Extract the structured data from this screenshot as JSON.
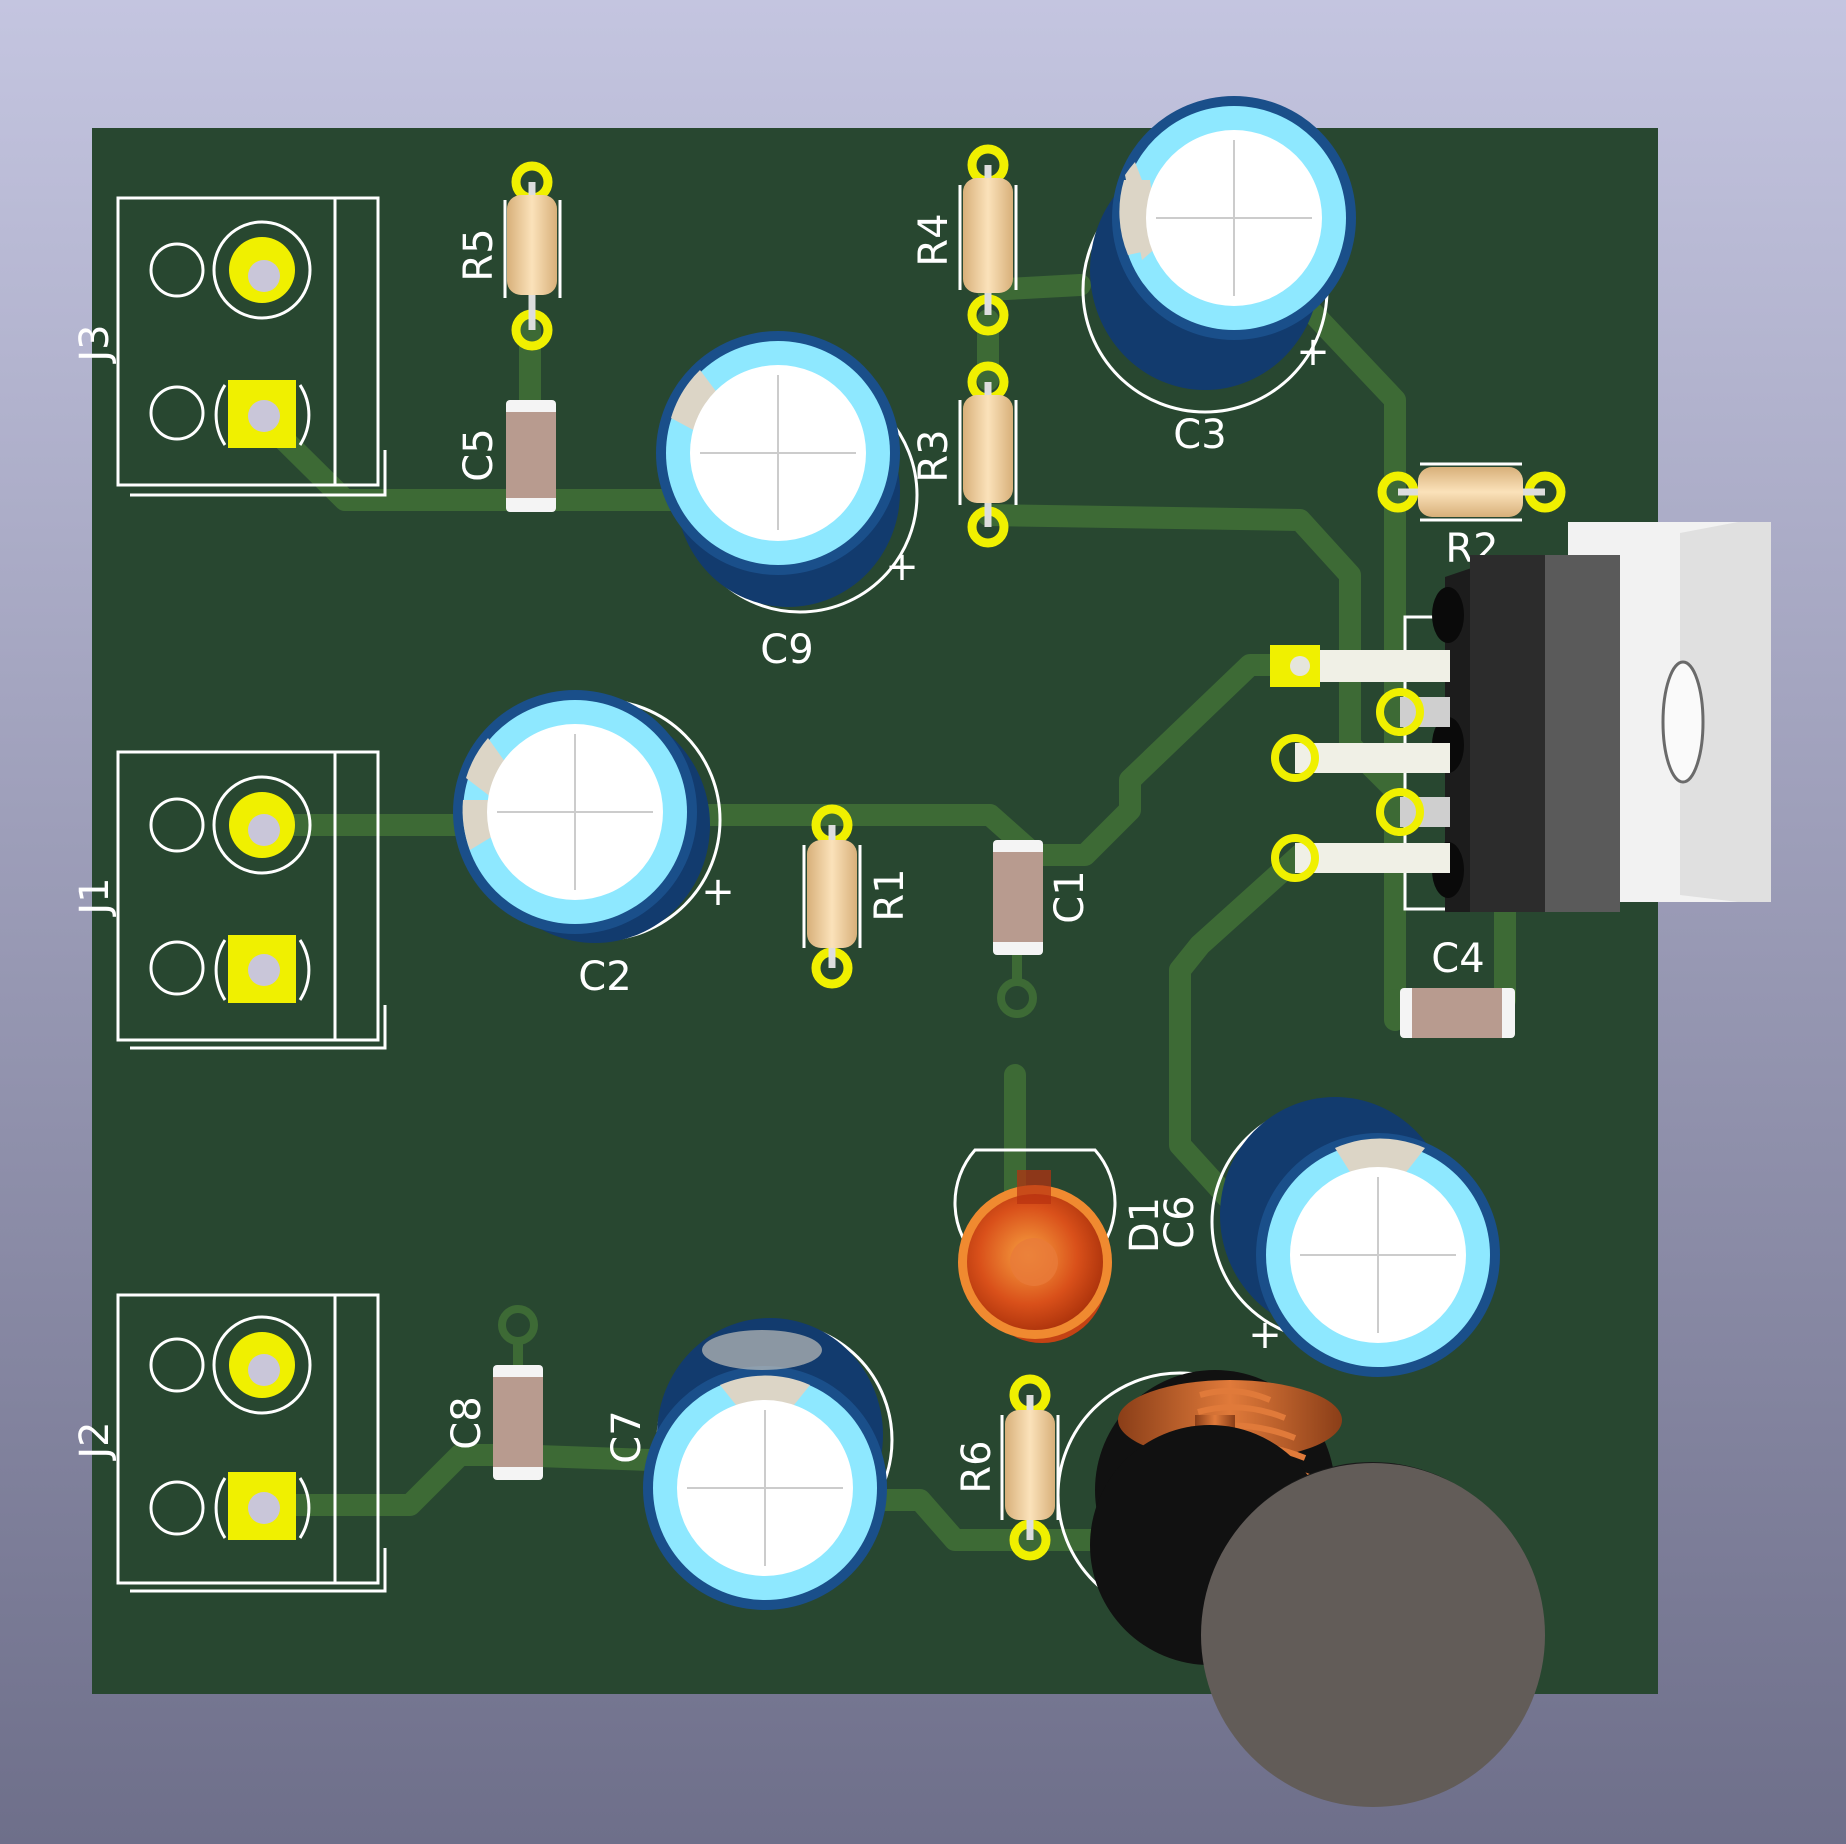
{
  "colors": {
    "bg_top": "#c4c5e0",
    "bg_bottom": "#6e6f8a",
    "board": "#284730",
    "trace": "#3d6a35",
    "pad": "#f0f000",
    "silk": "#ffffff",
    "cap_blue": "#1a4f8a",
    "cap_ring": "#8ee8ff",
    "resistor_body": "#f2d3a2",
    "smd_body": "#b89b8f",
    "led": "#e05a18",
    "inductor_copper": "#c8642c",
    "inductor_top": "#625c58",
    "regulator_body": "#2c2c2c",
    "regulator_tab": "#f2f2f2"
  },
  "refs": {
    "R1": "R1",
    "R2": "R2",
    "R3": "R3",
    "R4": "R4",
    "R5": "R5",
    "R6": "R6",
    "C1": "C1",
    "C2": "C2",
    "C3": "C3",
    "C4": "C4",
    "C5": "C5",
    "C6": "C6",
    "C7": "C7",
    "C8": "C8",
    "C9": "C9",
    "D1": "D1",
    "J3": "J3",
    "J1": "J1",
    "J2": "J2"
  },
  "plus": "+"
}
